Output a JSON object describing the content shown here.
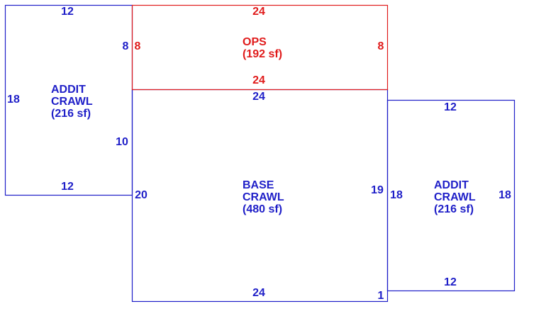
{
  "colors": {
    "base": "#1f1fc8",
    "porch": "#e01b1b",
    "background": "#ffffff"
  },
  "areas": {
    "addit_left": {
      "line1": "ADDIT",
      "line2": "CRAWL",
      "area": "(216 sf)"
    },
    "ops": {
      "line1": "OPS",
      "area": "(192 sf)"
    },
    "base": {
      "line1": "BASE",
      "line2": "CRAWL",
      "area": "(480 sf)"
    },
    "addit_right": {
      "line1": "ADDIT",
      "line2": "CRAWL",
      "area": "(216 sf)"
    }
  },
  "dimensions": {
    "addit_left_top": "12",
    "addit_left_left": "18",
    "addit_left_right_upper": "8",
    "addit_left_right_lower": "10",
    "addit_left_bottom": "12",
    "ops_top": "24",
    "ops_left": "8",
    "ops_right": "8",
    "ops_bottom": "24",
    "base_top": "24",
    "base_left": "20",
    "base_right": "19",
    "base_bottom": "24",
    "base_corner": "1",
    "addit_right_top": "12",
    "addit_right_left": "18",
    "addit_right_right": "18",
    "addit_right_bottom": "12"
  }
}
